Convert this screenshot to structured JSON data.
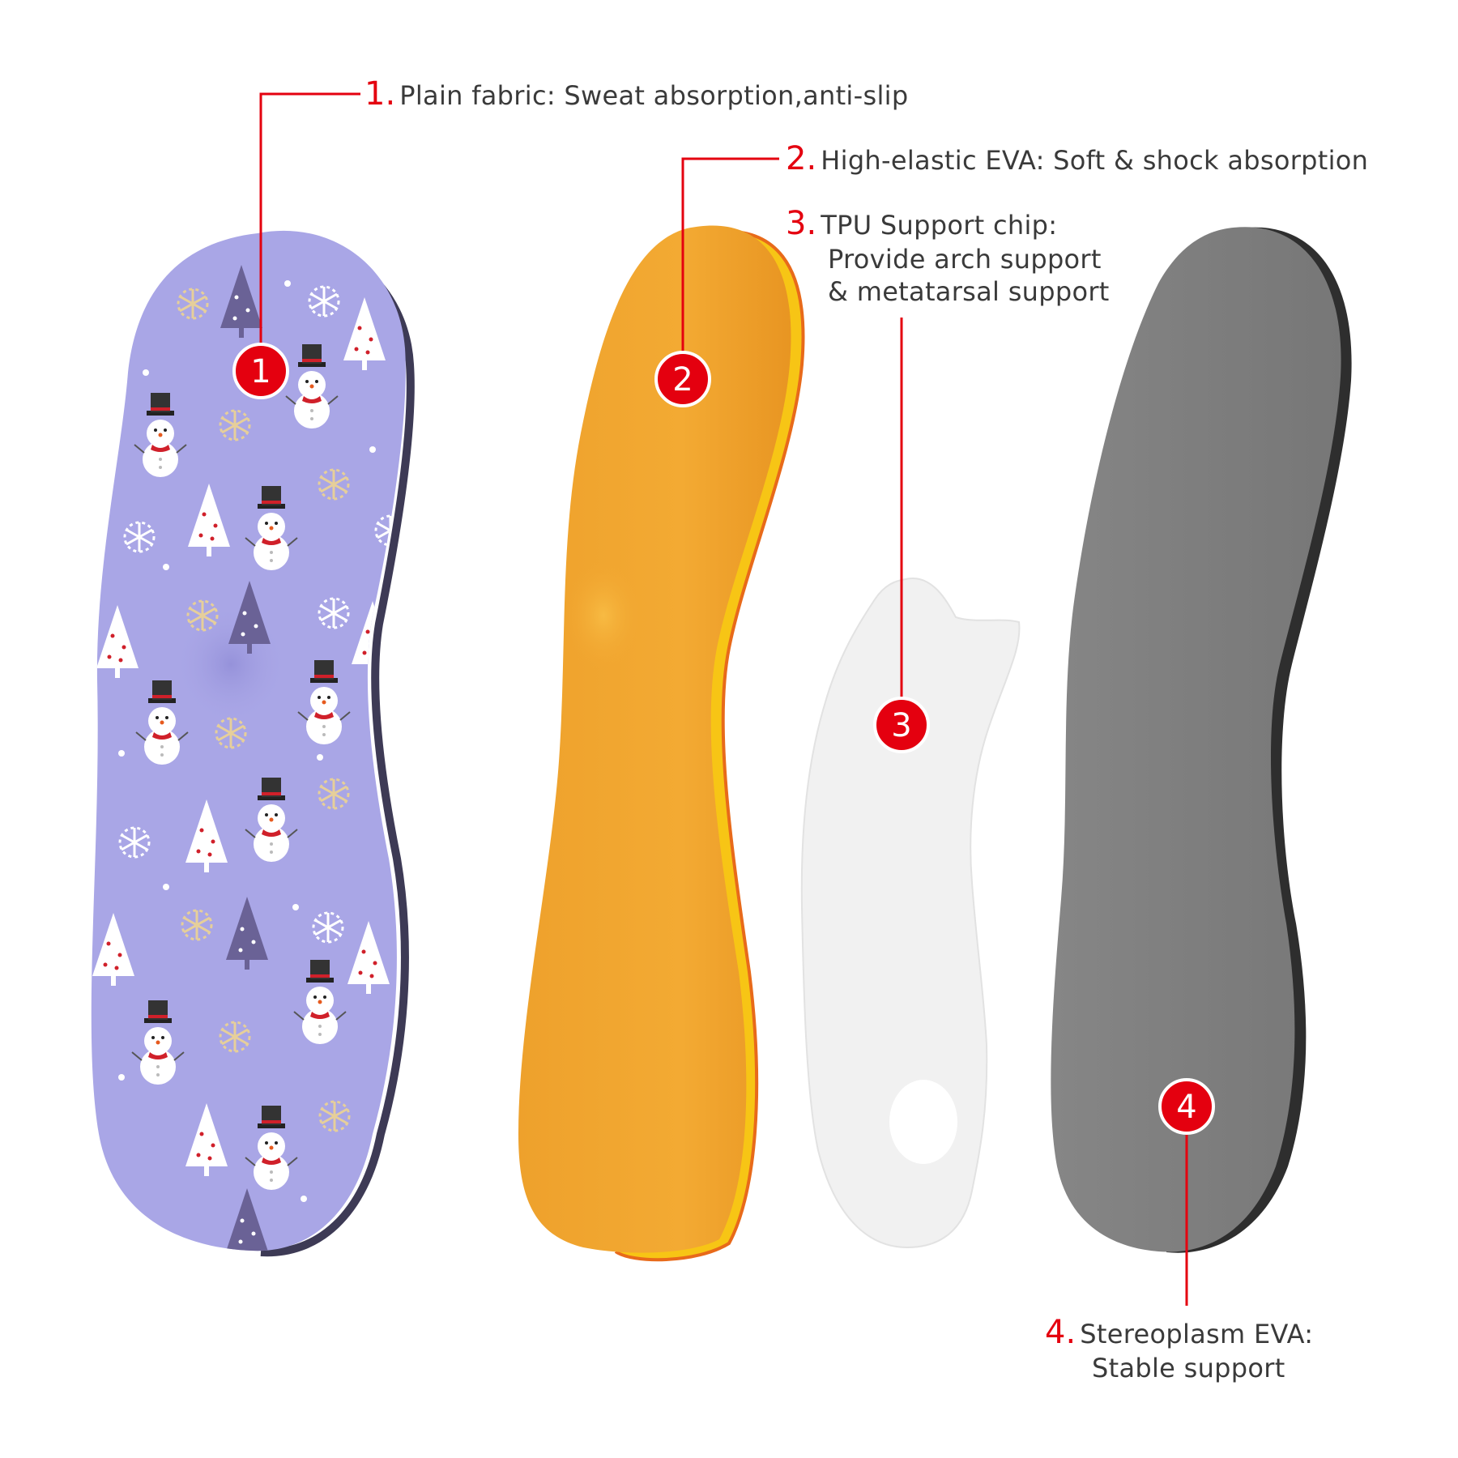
{
  "colors": {
    "accent": "#e4000f",
    "fabric": "#a9a6e6",
    "eva": "#f2a630",
    "tpu": "#f1f1f1",
    "base": "#7f7f7f",
    "text": "#3a3a3a"
  },
  "callouts": [
    {
      "marker": "1",
      "number": "1.",
      "lines": [
        "Plain fabric: Sweat absorption,anti-slip"
      ]
    },
    {
      "marker": "2",
      "number": "2.",
      "lines": [
        "High-elastic EVA: Soft & shock absorption"
      ]
    },
    {
      "marker": "3",
      "number": "3.",
      "lines": [
        "TPU Support chip:",
        "Provide arch support",
        "& metatarsal support"
      ]
    },
    {
      "marker": "4",
      "number": "4.",
      "lines": [
        "Stereoplasm EVA:",
        "Stable support"
      ]
    }
  ],
  "icons": {
    "fabric_pattern": [
      "snowman-icon",
      "christmas-tree-icon",
      "snowflake-icon"
    ]
  }
}
